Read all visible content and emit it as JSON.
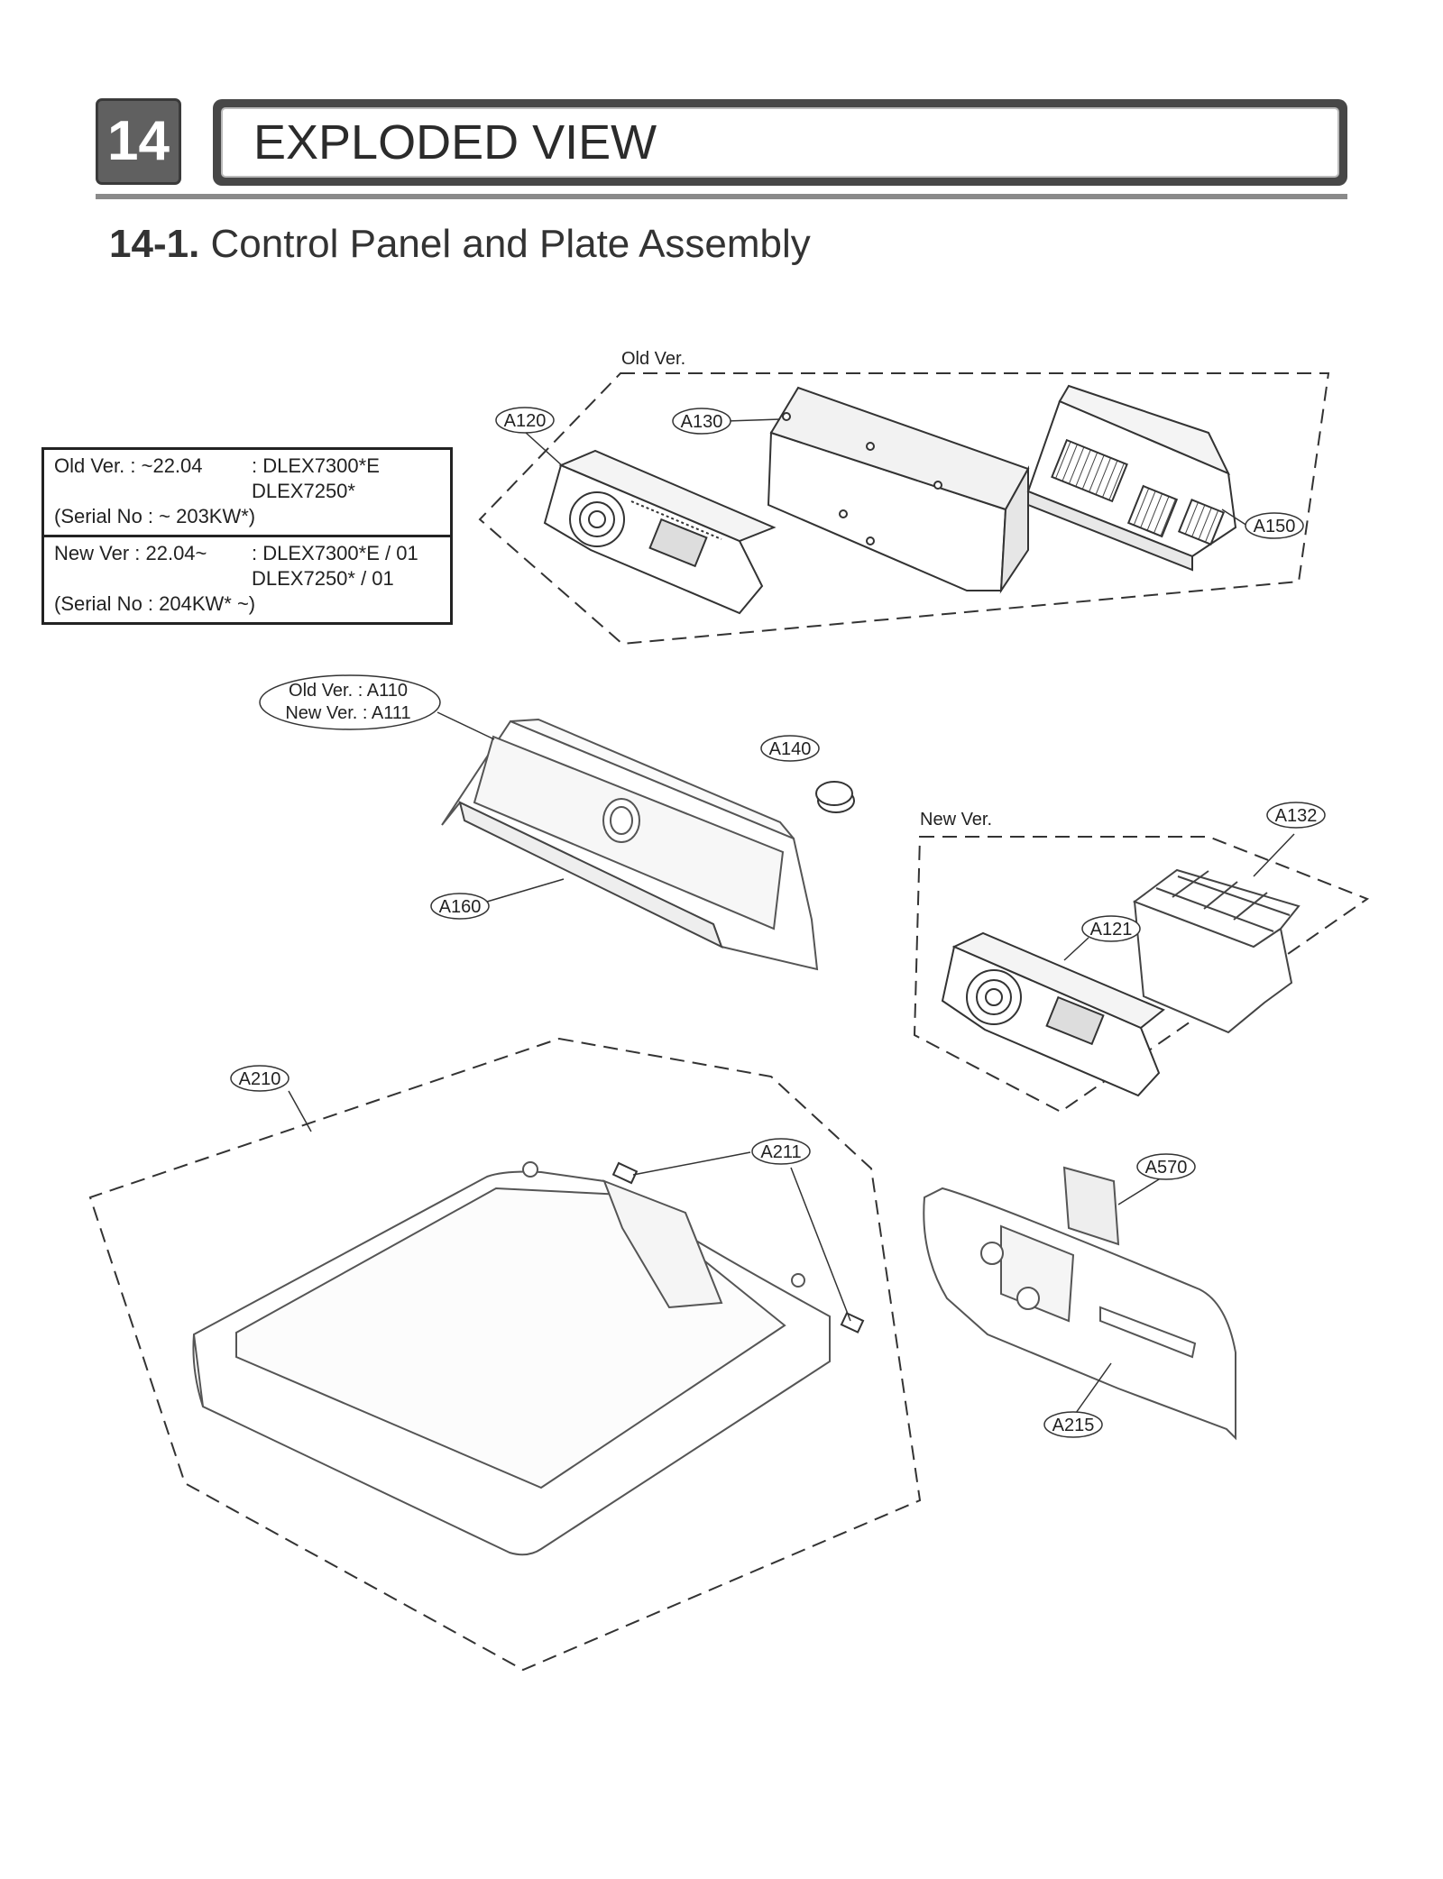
{
  "header": {
    "chapter_number": "14",
    "title": "EXPLODED VIEW",
    "section_number": "14-1.",
    "section_title": "Control Panel and Plate Assembly"
  },
  "version_table": [
    {
      "lines": [
        [
          "Old Ver. : ~22.04",
          ": DLEX7300*E"
        ],
        [
          "",
          "DLEX7250*"
        ],
        [
          "(Serial No : ~ 203KW*)",
          ""
        ]
      ]
    },
    {
      "lines": [
        [
          "New Ver : 22.04~",
          ": DLEX7300*E / 01"
        ],
        [
          "",
          "DLEX7250*   / 01"
        ],
        [
          "(Serial No : 204KW* ~)",
          ""
        ]
      ]
    }
  ],
  "group_labels": {
    "old_ver": "Old Ver.",
    "new_ver": "New Ver."
  },
  "callouts": {
    "a120": "A120",
    "a130": "A130",
    "a150": "A150",
    "a110_old": "Old  Ver. : A110",
    "a111_new": "New Ver. : A111",
    "a140": "A140",
    "a160": "A160",
    "a132": "A132",
    "a121": "A121",
    "a210": "A210",
    "a211": "A211",
    "a570": "A570",
    "a215": "A215"
  }
}
